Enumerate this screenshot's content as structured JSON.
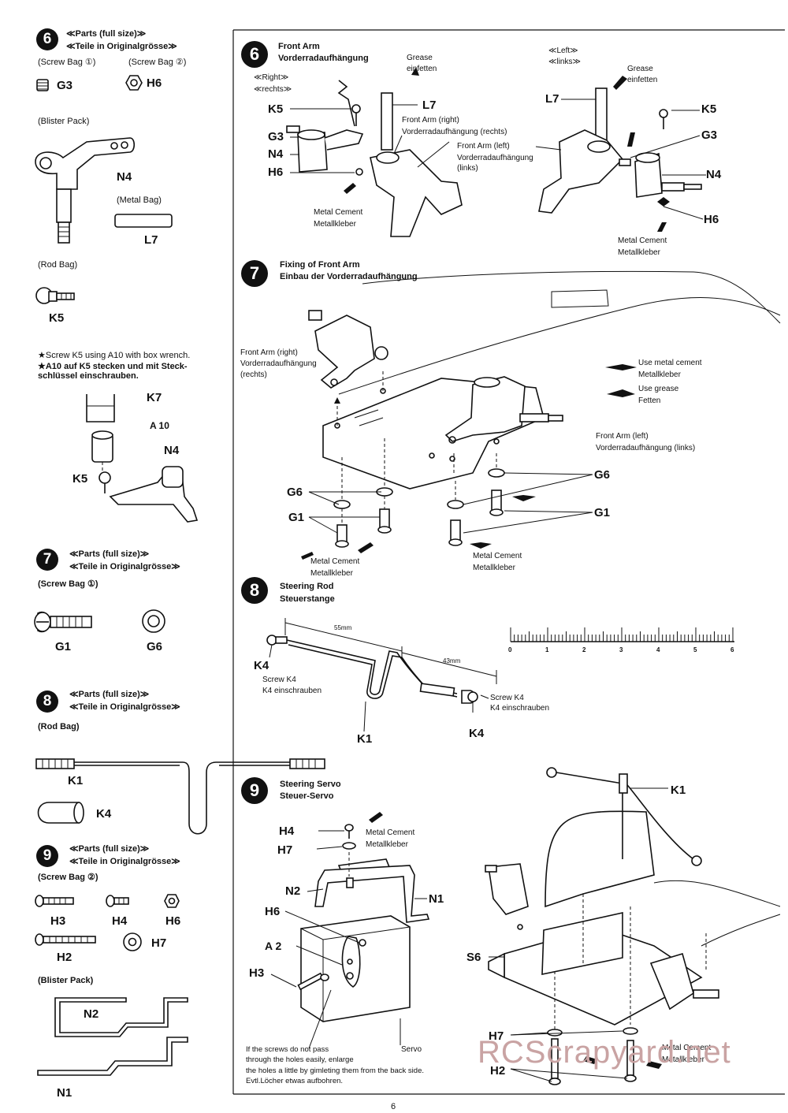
{
  "left": {
    "s6": {
      "num": "6",
      "h1": "≪Parts (full size)≫",
      "h2": "≪Teile in Originalgrösse≫",
      "bag1": "(Screw Bag ①)",
      "bag2": "(Screw Bag ②)",
      "g3": "G3",
      "h6": "H6",
      "blister": "(Blister Pack)",
      "n4": "N4",
      "metalbag": "(Metal Bag)",
      "l7": "L7",
      "rodbag": "(Rod Bag)",
      "k5": "K5",
      "note1": "★Screw K5 using A10 with box wrench.",
      "note2": "★A10 auf K5 stecken und mit Steck-",
      "note3": "schlüssel einschrauben.",
      "k7": "K7",
      "a10": "A 10",
      "n4b": "N4",
      "k5b": "K5"
    },
    "s7": {
      "num": "7",
      "h1": "≪Parts (full size)≫",
      "h2": "≪Teile in Originalgrösse≫",
      "bag": "(Screw Bag ①)",
      "g1": "G1",
      "g6": "G6"
    },
    "s8": {
      "num": "8",
      "h1": "≪Parts (full size)≫",
      "h2": "≪Teile in Originalgrösse≫",
      "bag": "(Rod Bag)",
      "k1": "K1",
      "k4": "K4"
    },
    "s9": {
      "num": "9",
      "h1": "≪Parts (full size)≫",
      "h2": "≪Teile in Originalgrösse≫",
      "bag": "(Screw Bag ②)",
      "h3": "H3",
      "h4": "H4",
      "h6": "H6",
      "h2l": "H2",
      "h7": "H7",
      "blister": "(Blister Pack)",
      "n2": "N2",
      "n1": "N1"
    }
  },
  "right": {
    "s6": {
      "num": "6",
      "title_en": "Front Arm",
      "title_de": "Vorderradaufhängung",
      "right_en": "≪Right≫",
      "right_de": "≪rechts≫",
      "left_en": "≪Left≫",
      "left_de": "≪links≫",
      "grease1": "Grease",
      "grease1_de": "einfetten",
      "grease2": "Grease",
      "grease2_de": "einfetten",
      "k5": "K5",
      "l7": "L7",
      "g3": "G3",
      "n4": "N4",
      "h6": "H6",
      "arm_right_en": "Front Arm (right)",
      "arm_right_de": "Vorderradaufhängung (rechts)",
      "arm_left_en": "Front Arm (left)",
      "arm_left_de": "Vorderradaufhängung",
      "arm_left_de2": "(links)",
      "cement1": "Metal Cement",
      "cement1_de": "Metallkleber",
      "l7b": "L7",
      "k5b": "K5",
      "g3b": "G3",
      "n4b": "N4",
      "h6b": "H6",
      "cement2": "Metal Cement",
      "cement2_de": "Metallkleber"
    },
    "s7": {
      "num": "7",
      "title_en": "Fixing of Front Arm",
      "title_de": "Einbau der Vorderradaufhängung",
      "arm_right_en": "Front Arm (right)",
      "arm_right_de": "Vorderradaufhängung",
      "arm_right_de2": "(rechts)",
      "legend_cement": "Use metal cement",
      "legend_cement_de": "Metallkleber",
      "legend_grease": "Use grease",
      "legend_grease_de": "Fetten",
      "arm_left_en": "Front Arm (left)",
      "arm_left_de": "Vorderradaufhängung (links)",
      "g6a": "G6",
      "g1a": "G1",
      "g6b": "G6",
      "g1b": "G1",
      "cement1": "Metal Cement",
      "cement1_de": "Metallkleber",
      "cement2": "Metal Cement",
      "cement2_de": "Metallkleber"
    },
    "s8": {
      "num": "8",
      "title_en": "Steering Rod",
      "title_de": "Steuerstange",
      "dim1": "55mm",
      "dim2": "43mm",
      "k4a": "K4",
      "screw_a": "Screw K4",
      "screw_a_de": "K4 einschrauben",
      "k1": "K1",
      "screw_b": "Screw K4",
      "screw_b_de": "K4 einschrauben",
      "k4b": "K4",
      "ruler_ticks": [
        "0",
        "1",
        "2",
        "3",
        "4",
        "5",
        "6"
      ]
    },
    "s9": {
      "num": "9",
      "title_en": "Steering Servo",
      "title_de": "Steuer-Servo",
      "h4": "H4",
      "h7": "H7",
      "cement": "Metal Cement",
      "cement_de": "Metallkleber",
      "n2": "N2",
      "n1": "N1",
      "h6": "H6",
      "a2": "A 2",
      "h3": "H3",
      "servo": "Servo",
      "note1": "If the screws do not pass",
      "note2": "through the holes easily, enlarge",
      "note3": "the holes a little by gimleting them from the back side.",
      "note4": "Evtl.Löcher etwas aufbohren.",
      "k1": "K1",
      "s6": "S6",
      "h7b": "H7",
      "h2": "H2",
      "cement2": "Metal Cement",
      "cement2_de": "Metallkleber"
    }
  },
  "watermark": "RCScrapyard.net",
  "page_number": "6"
}
